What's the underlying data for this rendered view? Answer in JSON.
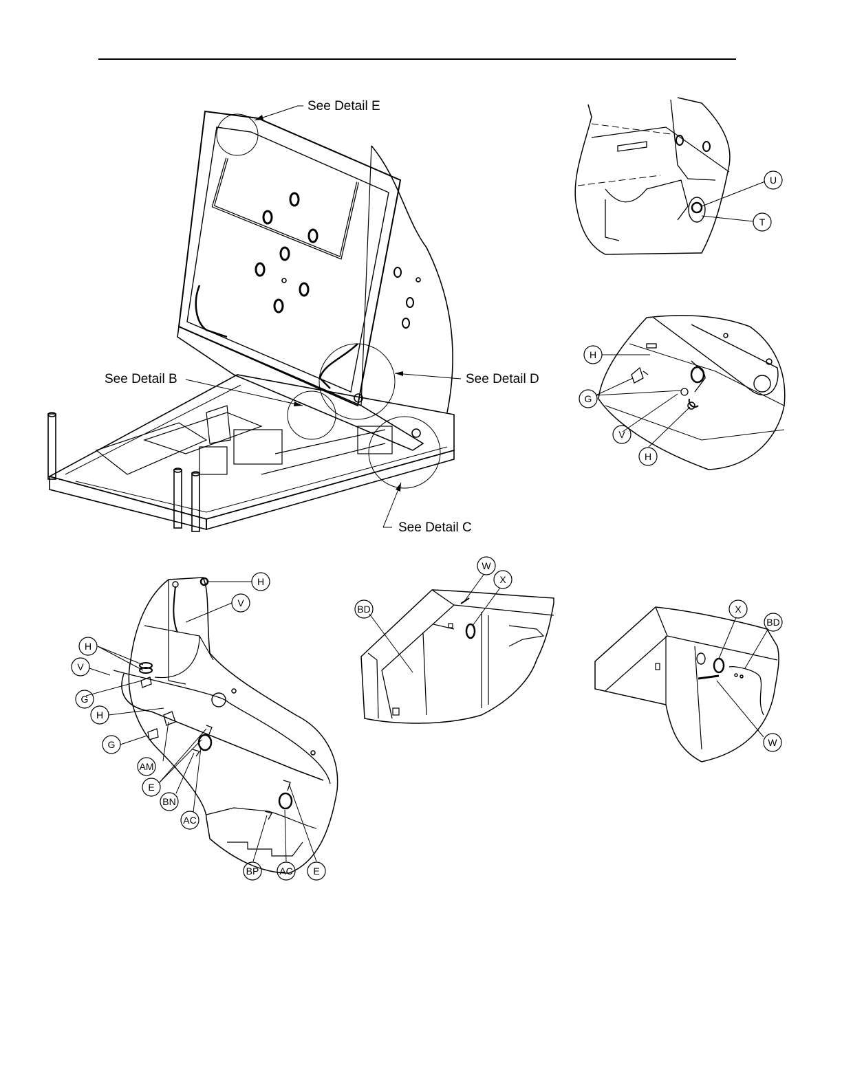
{
  "main_view": {
    "callouts": [
      {
        "id": "detail-e",
        "text": "See Detail E"
      },
      {
        "id": "detail-b",
        "text": "See Detail B"
      },
      {
        "id": "detail-d",
        "text": "See Detail D"
      },
      {
        "id": "detail-c",
        "text": "See Detail C"
      }
    ]
  },
  "detail_e": {
    "labels": [
      "U",
      "T"
    ]
  },
  "detail_d": {
    "labels": [
      "H",
      "G",
      "V",
      "H"
    ]
  },
  "detail_b": {
    "labels": [
      "H",
      "V",
      "H",
      "V",
      "G",
      "H",
      "G",
      "AM",
      "E",
      "BN",
      "AC",
      "BP",
      "AC",
      "E"
    ]
  },
  "detail_c": {
    "labels": [
      "W",
      "X",
      "BD"
    ]
  },
  "detail_right": {
    "labels": [
      "X",
      "BD",
      "W"
    ]
  }
}
